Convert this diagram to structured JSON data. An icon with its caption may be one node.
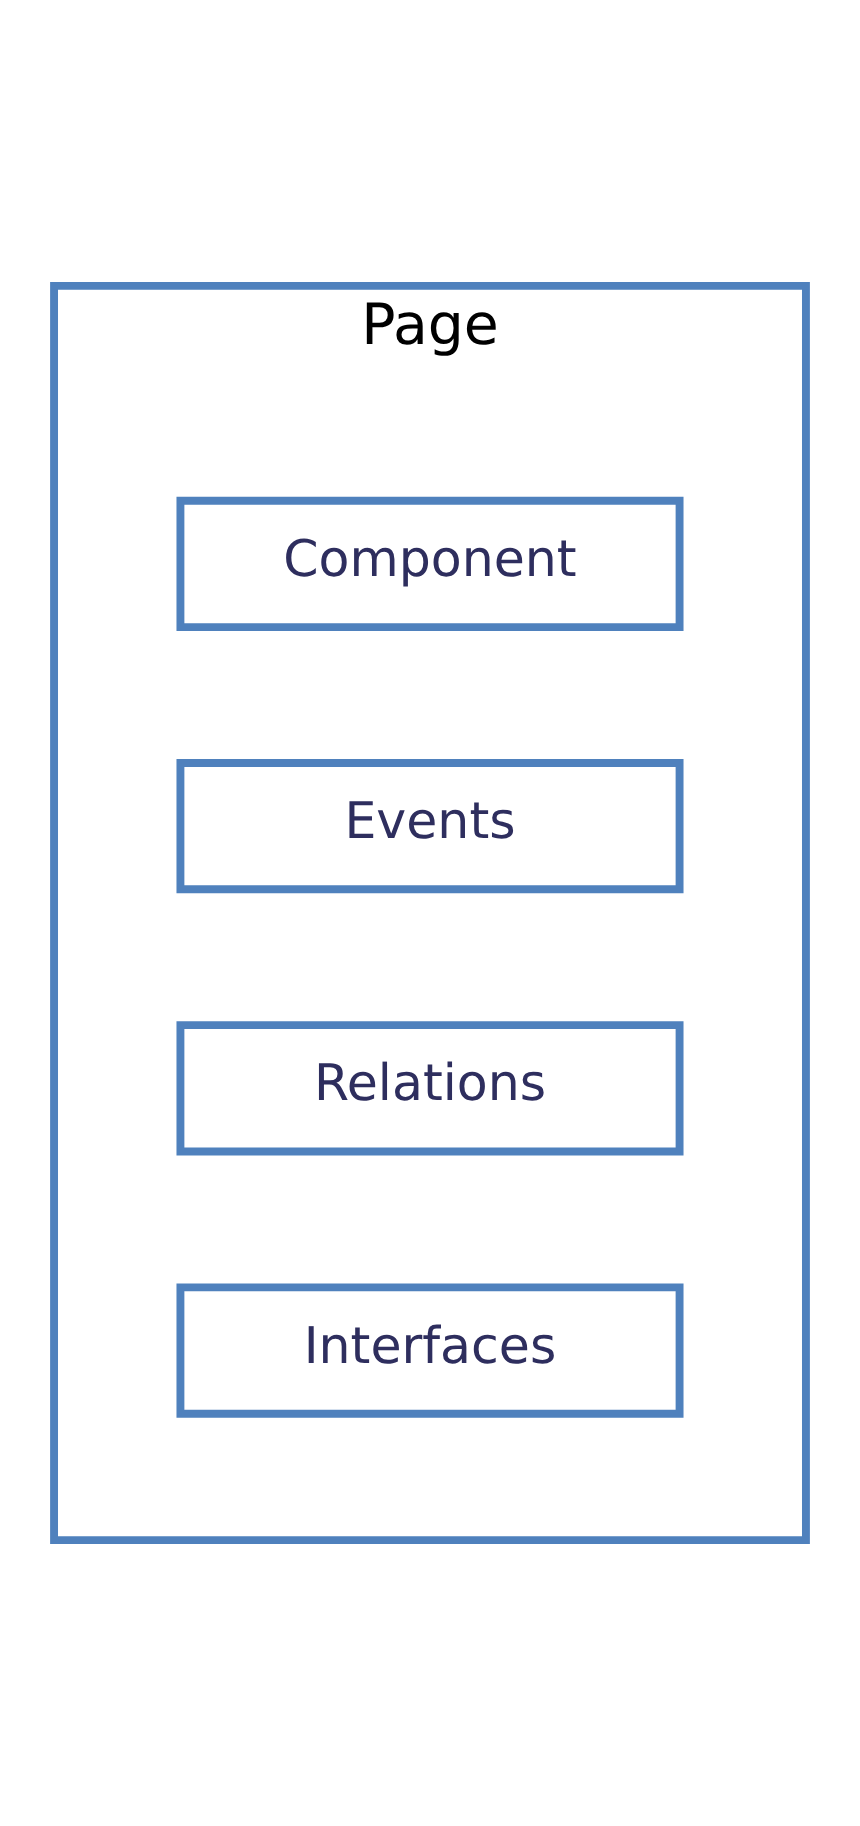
{
  "diagram": {
    "nodes": [
      {
        "text": [
          "Page"
        ]
      },
      {
        "text": [
          "Component"
        ],
        "in": 0
      },
      {
        "text": [
          "Events"
        ],
        "in": 0
      },
      {
        "text": [
          "Relations"
        ],
        "in": 0
      },
      {
        "text": [
          "Interfaces"
        ],
        "in": 0
      }
    ]
  }
}
